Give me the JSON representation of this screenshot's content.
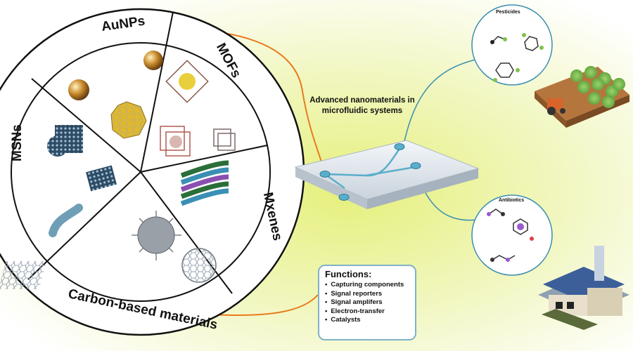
{
  "wheel": {
    "segments": [
      "AuNPs",
      "MOFs",
      "Mxenes",
      "Carbon-based materials",
      "MSNs"
    ]
  },
  "center_title": "Advanced nanomaterials in microfluidic systems",
  "functions": {
    "title": "Functions:",
    "items": [
      "Capturing components",
      "Signal reporters",
      "Signal amplifers",
      "Electron-transfer",
      "Catalysts"
    ]
  },
  "targets": {
    "pesticides": "Pesticides",
    "antibiotics": "Antibiotics"
  },
  "colors": {
    "background_left": "#ffffff",
    "background_mid": "#e4f07a",
    "connector": "#e87b1d",
    "chip_channel": "#5aaecb"
  }
}
